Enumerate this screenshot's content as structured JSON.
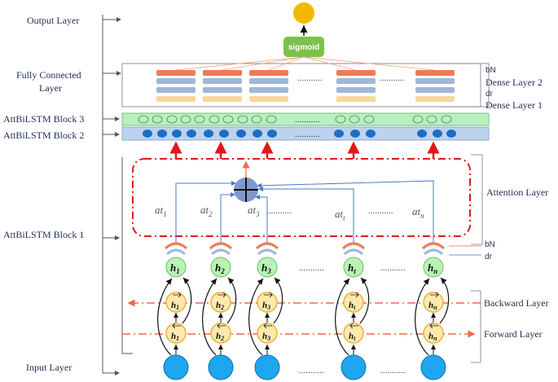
{
  "left_labels": {
    "output": "Output Layer",
    "fc_line1": "Fully Connected",
    "fc_line2": "Layer",
    "block3": "AttBiLSTM Block 3",
    "block2": "AttBiLSTM Block 2",
    "block1": "AttBiLSTM Block 1",
    "input": "Input Layer"
  },
  "right_labels": {
    "bn_top": "bN",
    "dense2": "Dense Layer 2",
    "dr_top": "dr",
    "dense1": "Dense Layer 1",
    "attention": "Attention Layer",
    "bn_bottom": "bN",
    "dr_bottom": "dr",
    "backward": "Backward Layer",
    "forward": "Forward Layer"
  },
  "sigmoid": "sigmoid",
  "attention_weights": [
    {
      "base": "at",
      "sub": "1"
    },
    {
      "base": "at",
      "sub": "2"
    },
    {
      "base": "at",
      "sub": "3"
    },
    {
      "base": "at",
      "sub": "t"
    },
    {
      "base": "at",
      "sub": "n"
    }
  ],
  "hidden_states": [
    {
      "base": "h",
      "sub": "1"
    },
    {
      "base": "h",
      "sub": "2"
    },
    {
      "base": "h",
      "sub": "3"
    },
    {
      "base": "h",
      "sub": "t"
    },
    {
      "base": "h",
      "sub": "n"
    }
  ],
  "ellipsis": "...........",
  "colors": {
    "output_node": "#f5b800",
    "sigmoid_box": "#7cc24a",
    "dense_orange": "#f07a55",
    "dense_blue": "#9fb7d9",
    "dense_yellow": "#f7d998",
    "block3_fill": "#b9f0c0",
    "block2_fill": "#bcd3ee",
    "blue_dot": "#1a6fc4",
    "attention_border": "#e01818",
    "plus_node": "#7f99d0",
    "h_node": "#b9f2b5",
    "lstm_node": "#fde9b0",
    "lstm_border": "#f0b030",
    "input_node": "#1ea7f0",
    "dashdot": "#f06a4a"
  }
}
